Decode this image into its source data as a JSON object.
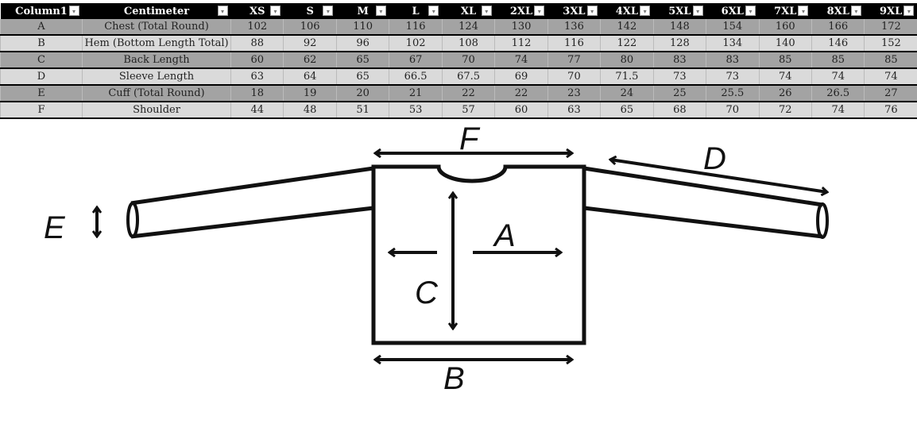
{
  "table": {
    "headers": [
      "Column1",
      "Centimeter",
      "XS",
      "S",
      "M",
      "L",
      "XL",
      "2XL",
      "3XL",
      "4XL",
      "5XL",
      "6XL",
      "7XL",
      "8XL",
      "9XL"
    ],
    "rows": [
      [
        "A",
        "Chest (Total Round)",
        "102",
        "106",
        "110",
        "116",
        "124",
        "130",
        "136",
        "142",
        "148",
        "154",
        "160",
        "166",
        "172"
      ],
      [
        "B",
        "Hem (Bottom Length Total)",
        "88",
        "92",
        "96",
        "102",
        "108",
        "112",
        "116",
        "122",
        "128",
        "134",
        "140",
        "146",
        "152"
      ],
      [
        "C",
        "Back Length",
        "60",
        "62",
        "65",
        "67",
        "70",
        "74",
        "77",
        "80",
        "83",
        "83",
        "85",
        "85",
        "85"
      ],
      [
        "D",
        "Sleeve Length",
        "63",
        "64",
        "65",
        "66.5",
        "67.5",
        "69",
        "70",
        "71.5",
        "73",
        "73",
        "74",
        "74",
        "74"
      ],
      [
        "E",
        "Cuff (Total Round)",
        "18",
        "19",
        "20",
        "21",
        "22",
        "22",
        "23",
        "24",
        "25",
        "25.5",
        "26",
        "26.5",
        "27"
      ],
      [
        "F",
        "Shoulder",
        "44",
        "48",
        "51",
        "53",
        "57",
        "60",
        "63",
        "65",
        "68",
        "70",
        "72",
        "74",
        "76"
      ]
    ],
    "dropdown_icon": "filter-dropdown-icon"
  },
  "diagram": {
    "A": "A",
    "B": "B",
    "C": "C",
    "D": "D",
    "E": "E",
    "F": "F"
  }
}
